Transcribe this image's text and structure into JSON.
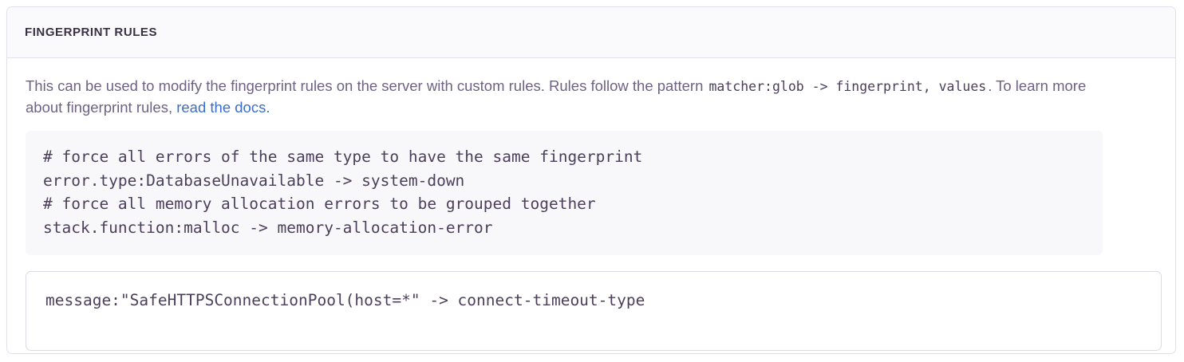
{
  "panel": {
    "title": "Fingerprint Rules",
    "description": {
      "before_code": "This can be used to modify the fingerprint rules on the server with custom rules. Rules follow the pattern ",
      "inline_code": "matcher:glob -> fingerprint, values",
      "after_code": ". To learn more about fingerprint rules, ",
      "link_label": "read the docs.",
      "link_color": "#3b6ecc"
    },
    "example_code": {
      "lines": [
        "# force all errors of the same type to have the same fingerprint",
        "error.type:DatabaseUnavailable -> system-down",
        "# force all memory allocation errors to be grouped together",
        "stack.function:malloc -> memory-allocation-error"
      ]
    },
    "rules_editor": {
      "value": "message:\"SafeHTTPSConnectionPool(host=*\" -> connect-timeout-type",
      "placeholder": "matcher:glob -> fingerprint, values"
    }
  }
}
